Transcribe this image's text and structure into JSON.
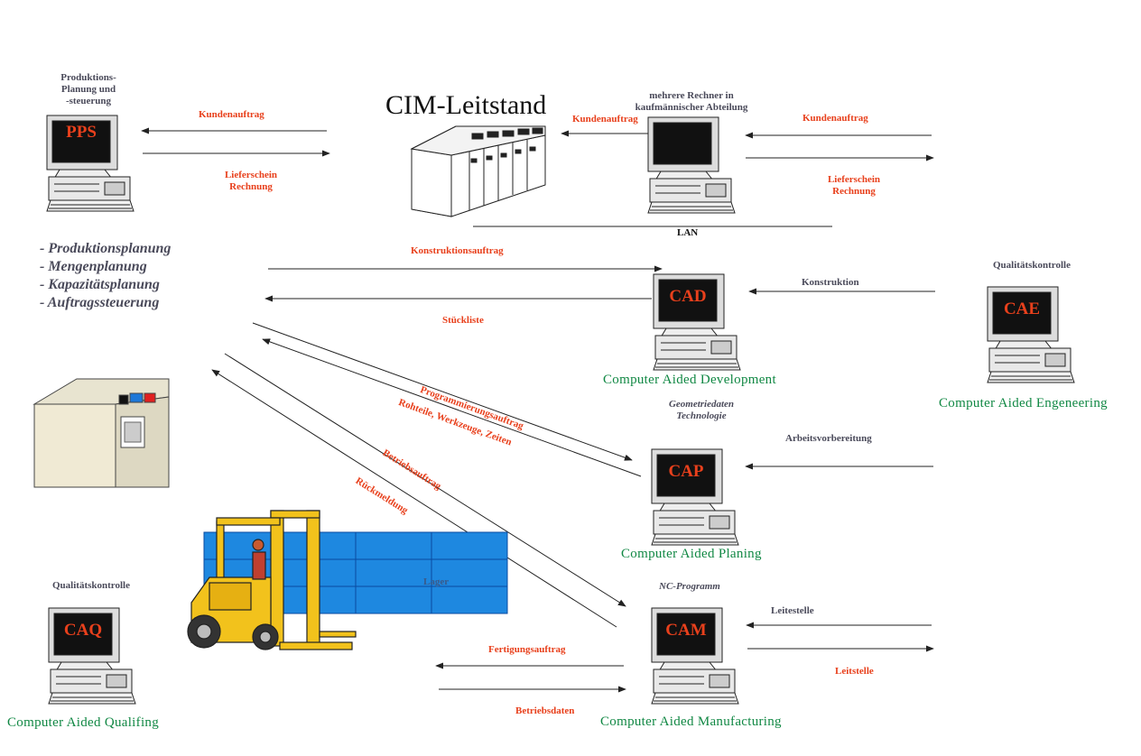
{
  "title": "CIM-Leitstand",
  "nodes": {
    "pps": {
      "screen": "PPS",
      "caption": "Produktions-\nPlanung und\n-steuerung"
    },
    "office": {
      "caption": "mehrere Rechner in\nkaufmännischer Abteilung"
    },
    "cad": {
      "screen": "CAD",
      "caption": "Computer Aided Development"
    },
    "cae": {
      "screen": "CAE",
      "caption": "Computer Aided Engeneering",
      "heading": "Qualitätskontrolle"
    },
    "cap": {
      "screen": "CAP",
      "caption": "Computer Aided Planing",
      "heading": "Geometriedaten\nTechnologie"
    },
    "cam": {
      "screen": "CAM",
      "caption": "Computer Aided Manufacturing",
      "heading": "NC-Programm"
    },
    "caq": {
      "screen": "CAQ",
      "caption": "Computer Aided Qualifing",
      "heading": "Qualitätskontrolle"
    }
  },
  "pps_tasks": [
    "- Produktionsplanung",
    "- Mengenplanung",
    "- Kapazitätsplanung",
    "- Auftragssteuerung"
  ],
  "labels": {
    "kundenauftrag_left": "Kundenauftrag",
    "lieferschein_left": "Lieferschein\nRechnung",
    "kundenauftrag_mid": "Kundenauftrag",
    "kundenauftrag_right": "Kundenauftrag",
    "lieferschein_right": "Lieferschein\nRechnung",
    "lan": "LAN",
    "konstruktionsauftrag": "Konstruktionsauftrag",
    "stueckliste": "Stückliste",
    "konstruktion": "Konstruktion",
    "programmierungsauftrag": "Programmierungsauftrag",
    "rohteile": "Rohteile, Werkzeuge, Zeiten",
    "betriebsauftrag": "Betriebsauftrag",
    "rueckmeldung": "Rückmeldung",
    "arbeitsvorbereitung": "Arbeitsvorbereitung",
    "lager": "Lager",
    "leitestelle_top": "Leitestelle",
    "leitestelle_bottom": "Leitstelle",
    "fertigungsauftrag": "Fertigungsauftrag",
    "betriebsdaten": "Betriebsdaten"
  },
  "colors": {
    "accent_red": "#e8401c",
    "caption_green": "#118844",
    "gray_text": "#4a4a5a",
    "lager_blue": "#1e88e0",
    "forklift_yellow": "#f2c21c",
    "screen_text": "#e8401c"
  }
}
